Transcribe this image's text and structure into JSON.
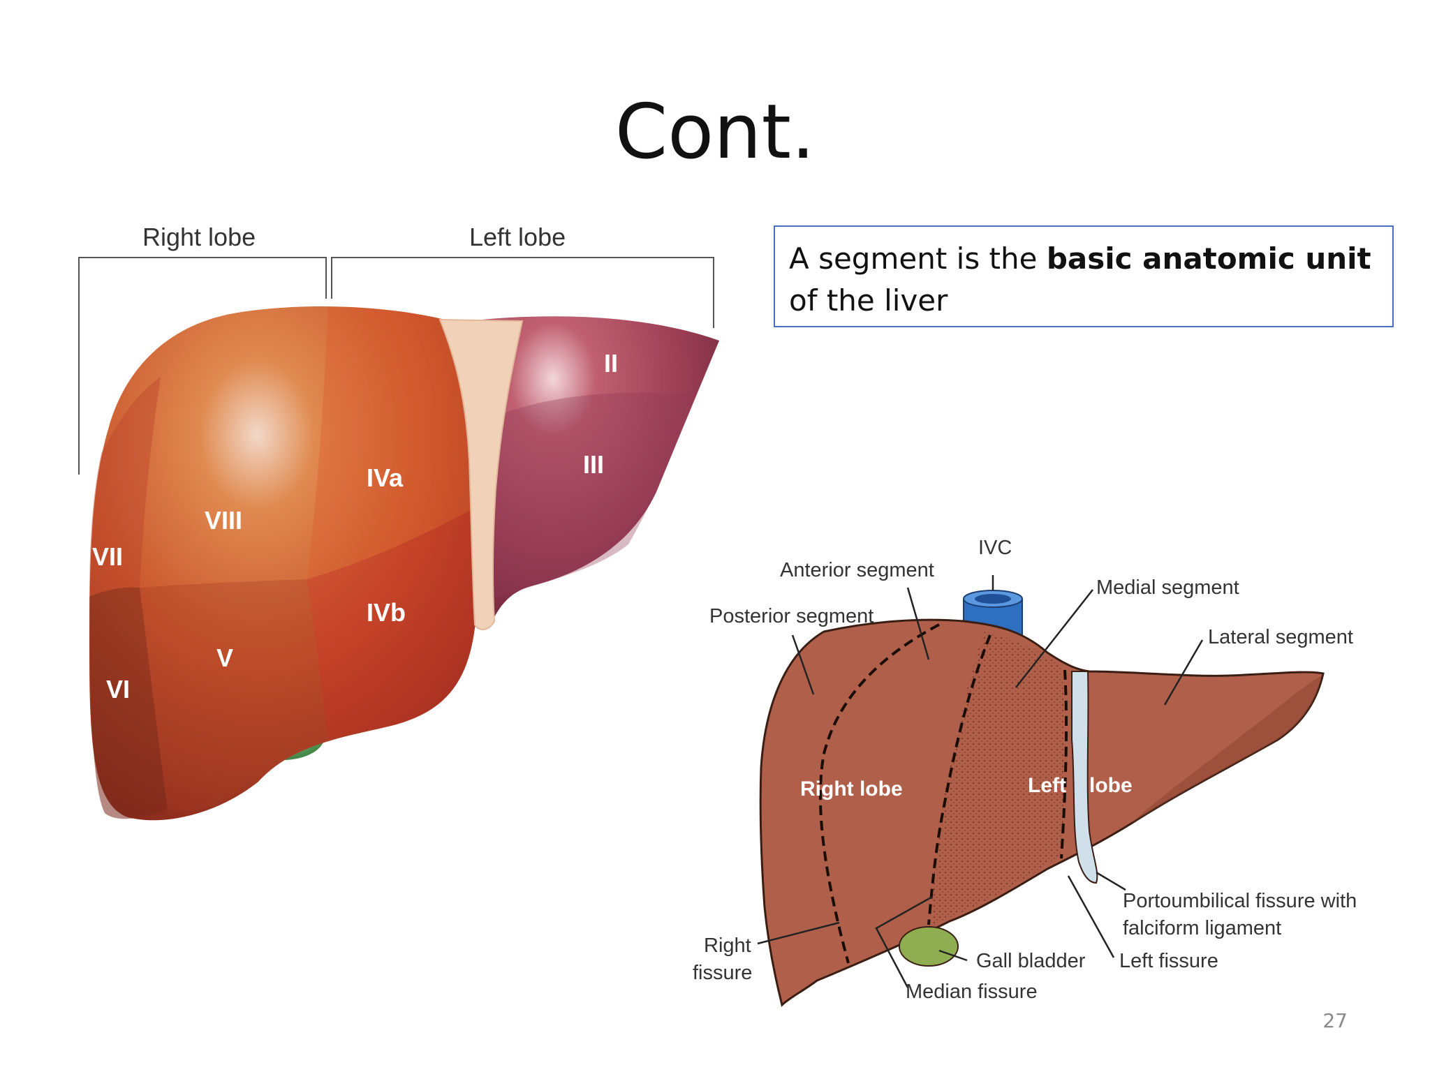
{
  "slide": {
    "title": "Cont.",
    "page_number": "27"
  },
  "callout": {
    "prefix": "A segment is the ",
    "emphasis": "basic anatomic unit",
    "suffix": " of the liver"
  },
  "left_diagram": {
    "lobe_labels": {
      "right": "Right lobe",
      "left": "Left lobe"
    },
    "segments": {
      "II": "II",
      "III": "III",
      "IVa": "IVa",
      "IVb": "IVb",
      "V": "V",
      "VI": "VI",
      "VII": "VII",
      "VIII": "VIII"
    }
  },
  "right_diagram": {
    "labels": {
      "ivc": "IVC",
      "anterior_segment": "Anterior segment",
      "posterior_segment": "Posterior segment",
      "medial_segment": "Medial segment",
      "lateral_segment": "Lateral segment",
      "right_lobe": "Right lobe",
      "left": "Left",
      "lobe": "lobe",
      "portoumbilical_1": "Portoumbilical fissure with",
      "portoumbilical_2": "falciform ligament",
      "left_fissure": "Left fissure",
      "gall_bladder": "Gall bladder",
      "median_fissure": "Median fissure",
      "right_fissure_1": "Right",
      "right_fissure_2": "fissure"
    }
  },
  "colors": {
    "callout_border": "#4a72c0",
    "liver_left_lobe": "#9c3f55",
    "liver_right_lobe": "#c9552c",
    "gallbladder": "#4f9a55",
    "ligament": "#f1d2b8",
    "liver_sketch": "#b0604a",
    "ivc": "#2e6fc0"
  }
}
